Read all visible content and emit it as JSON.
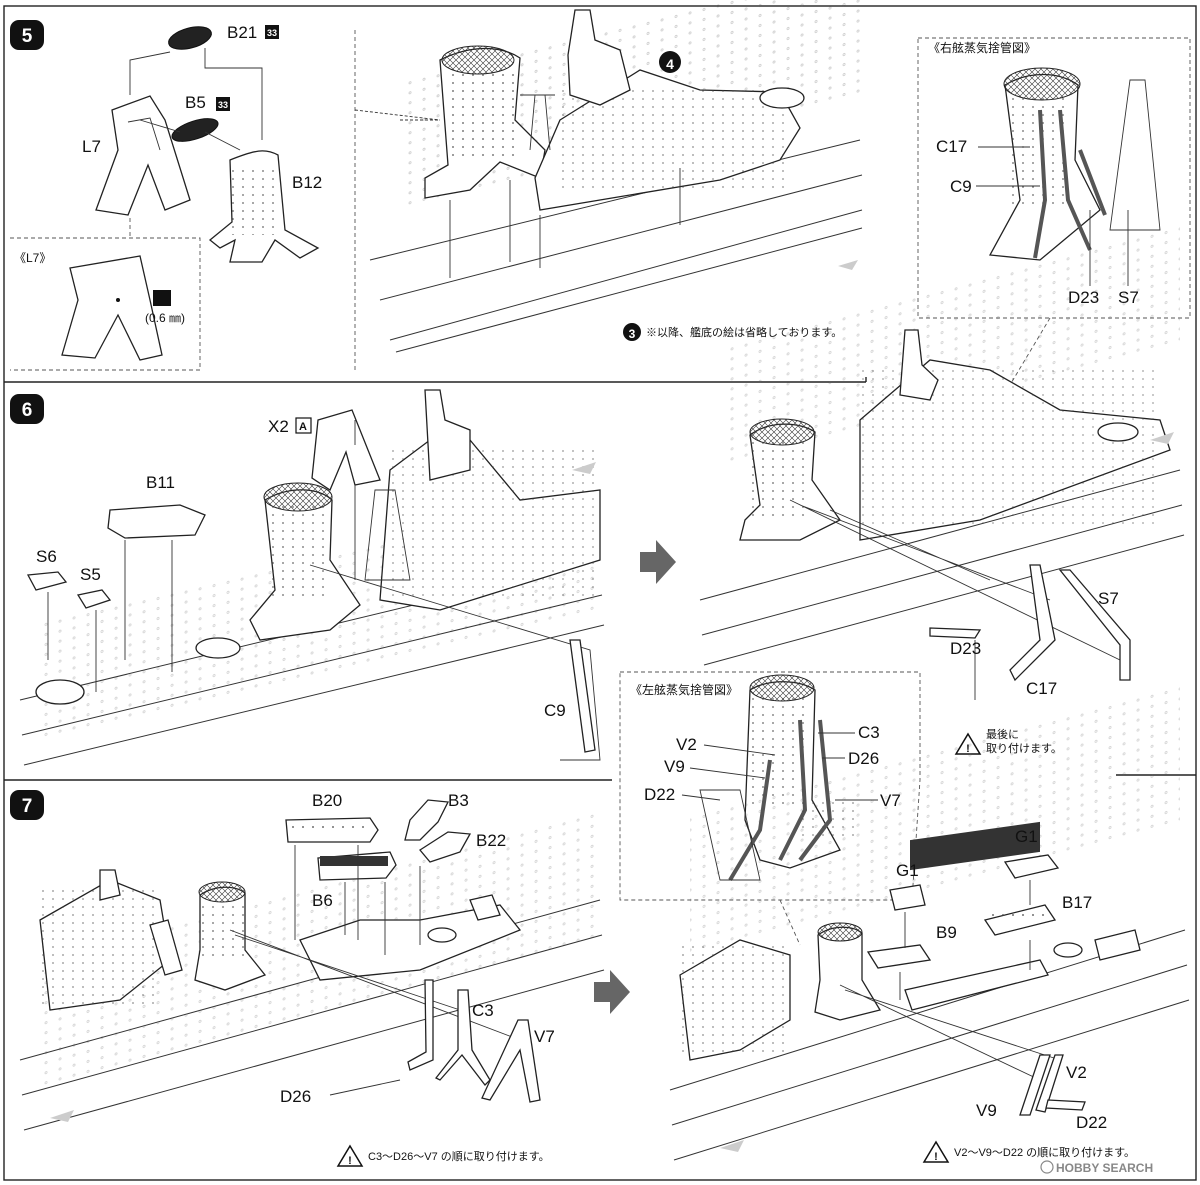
{
  "steps": [
    {
      "number": "5",
      "callout_step": "4"
    },
    {
      "number": "6"
    },
    {
      "number": "7"
    }
  ],
  "step5": {
    "parts": [
      "B21",
      "B5",
      "L7",
      "B12"
    ],
    "part_code_badge": "33",
    "inset_title": "《L7》",
    "drill_size": "(0.6 ㎜)",
    "note_step": "3",
    "note_text": "※以降、艦底の絵は省略しております。"
  },
  "step6": {
    "parts": [
      "X2",
      "B11",
      "S6",
      "S5",
      "C9"
    ],
    "part_badge_x2": "A",
    "right_parts": [
      "S7",
      "D23",
      "C17"
    ],
    "warning_text_line1": "最後に",
    "warning_text_line2": "取り付けます。",
    "inset_title": "《右舷蒸気捨管図》",
    "inset_parts": [
      "C17",
      "C9",
      "D23",
      "S7"
    ]
  },
  "step7": {
    "parts": [
      "B20",
      "B3",
      "B22",
      "B6",
      "C3",
      "V7",
      "D26"
    ],
    "warning_text": "C3～D26～V7 の順に取り付けます。",
    "inset_title": "《左舷蒸気捨管図》",
    "inset_parts": [
      "V2",
      "V9",
      "D22",
      "C3",
      "D26",
      "V7"
    ],
    "right_parts": [
      "G1",
      "G1",
      "B17",
      "B9",
      "V2",
      "V9",
      "D22"
    ],
    "right_warning_text": "V2～V9～D22 の順に取り付けます。"
  },
  "watermark": "HOBBY SEARCH"
}
